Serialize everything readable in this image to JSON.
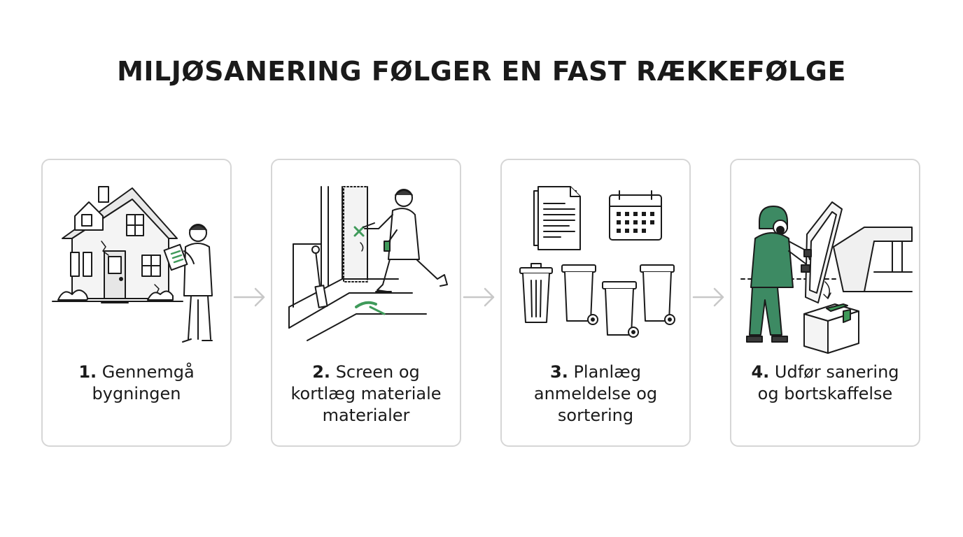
{
  "title": "MILJØSANERING FØLGER EN FAST RÆKKEFØLGE",
  "colors": {
    "accent": "#3f9a5a",
    "suit": "#3d8a63",
    "border": "#d6d6d6",
    "arrow": "#c8c8c8"
  },
  "steps": [
    {
      "number": "1.",
      "label": " Gennemgå\nbygningen",
      "icon": "house-inspection-icon"
    },
    {
      "number": "2.",
      "label": " Screen og\nkortlæg materiale\nmaterialer",
      "icon": "material-screening-icon"
    },
    {
      "number": "3.",
      "label": " Planlæg\nanmeldelse og\nsortering",
      "icon": "planning-sorting-icon"
    },
    {
      "number": "4.",
      "label": " Udfør sanering\nog bortskaffelse",
      "icon": "remediation-disposal-icon"
    }
  ]
}
